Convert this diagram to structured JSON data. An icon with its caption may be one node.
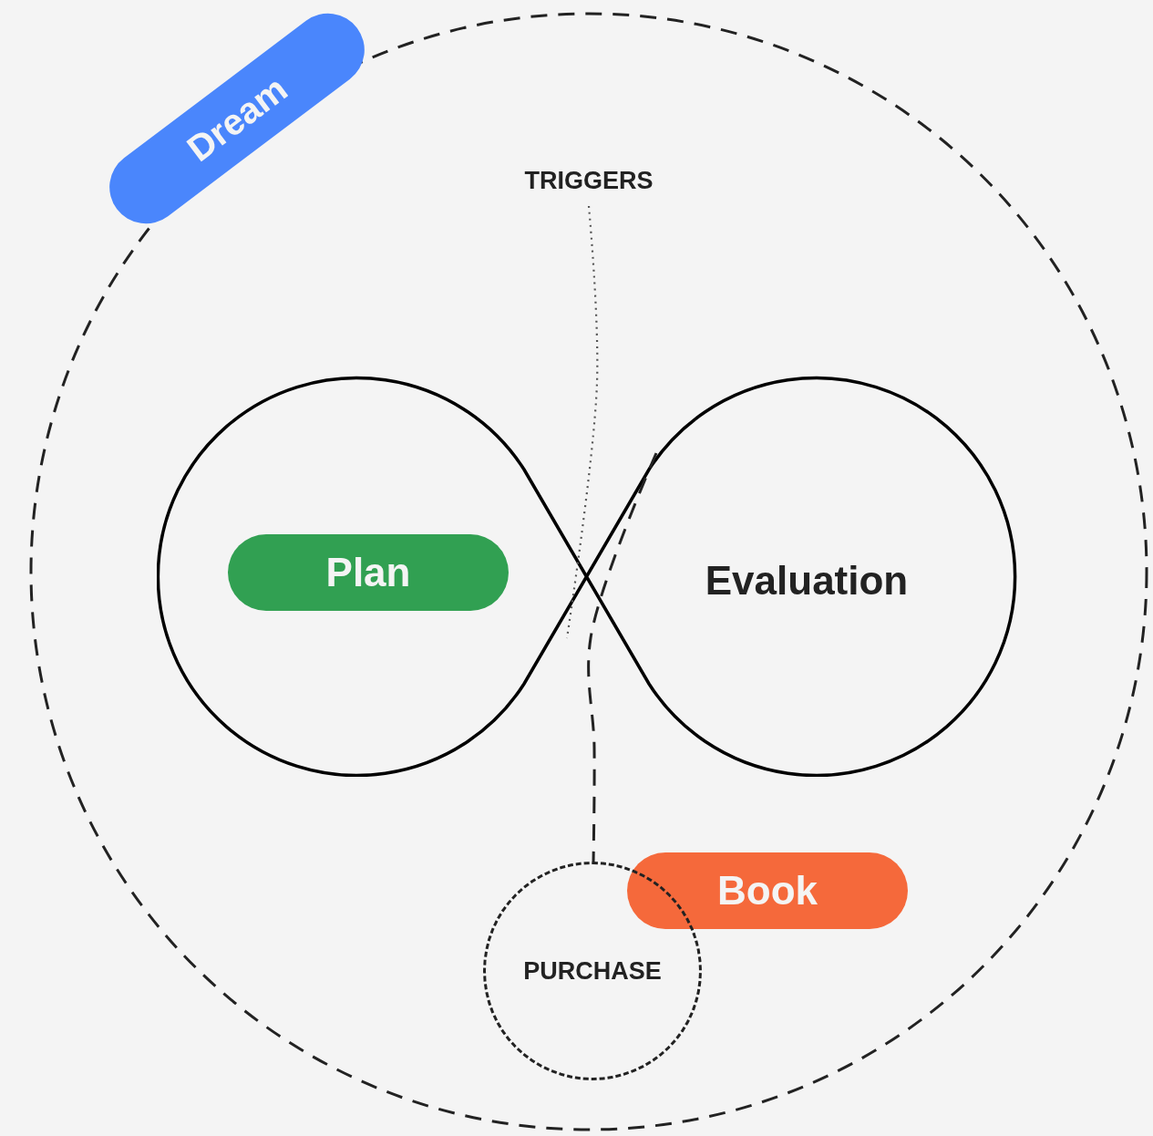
{
  "diagram": {
    "nodes": [
      {
        "text": [
          "Dream"
        ]
      },
      {
        "text": [
          "TRIGGERS"
        ]
      },
      {
        "text": [],
        "shape": "loop"
      },
      {
        "text": [
          "Plan"
        ],
        "in": 2
      },
      {
        "text": [
          "Evaluation"
        ],
        "in": 2
      },
      {
        "text": [
          "Book"
        ]
      },
      {
        "text": [
          "PURCHASE"
        ]
      }
    ],
    "edges": [
      {
        "from": 1,
        "to": 2,
        "arrow": "none",
        "style": "dashed"
      },
      {
        "from": 2,
        "to": 6,
        "arrow": "none",
        "style": "dashed"
      }
    ]
  }
}
